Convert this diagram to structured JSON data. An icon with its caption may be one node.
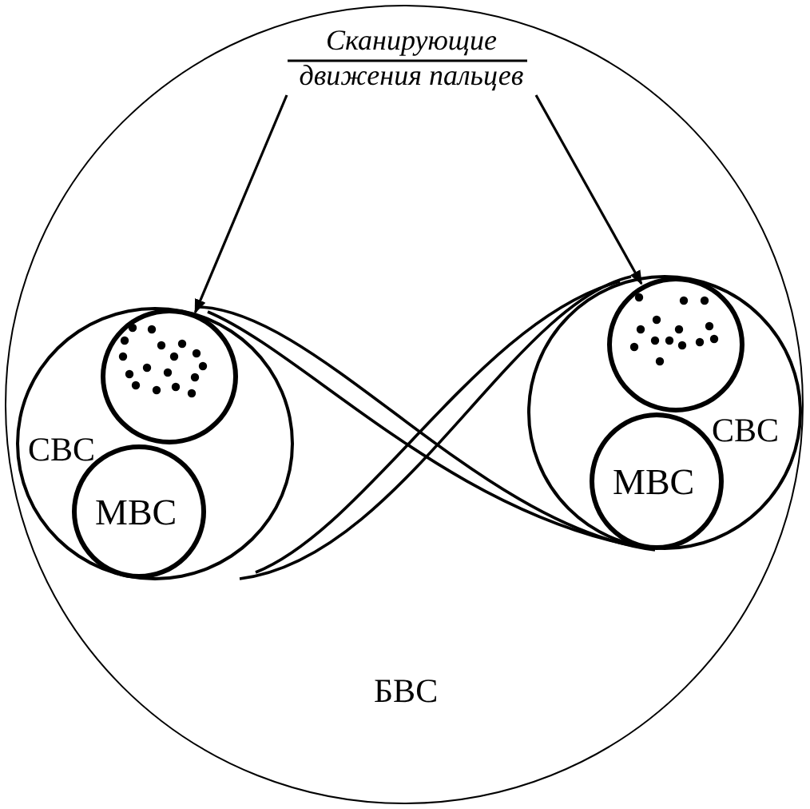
{
  "diagram": {
    "nodes": [
      {
        "text": [
          "БВС"
        ]
      },
      {
        "text": [
          "Сканирующие движения пальцев"
        ],
        "in": 0
      },
      {
        "text": [
          "СВС"
        ],
        "in": 0
      },
      {
        "text": [],
        "shape": "circle",
        "in": 2
      },
      {
        "text": [
          "МВС"
        ],
        "in": 2
      },
      {
        "text": [
          "СВС"
        ],
        "in": 0
      },
      {
        "text": [],
        "shape": "circle",
        "in": 5
      },
      {
        "text": [
          "МВС"
        ],
        "in": 5
      }
    ],
    "edges": [
      {
        "from": 1,
        "to": 3,
        "arrow": "to"
      },
      {
        "from": 1,
        "to": 6,
        "arrow": "to"
      }
    ]
  }
}
